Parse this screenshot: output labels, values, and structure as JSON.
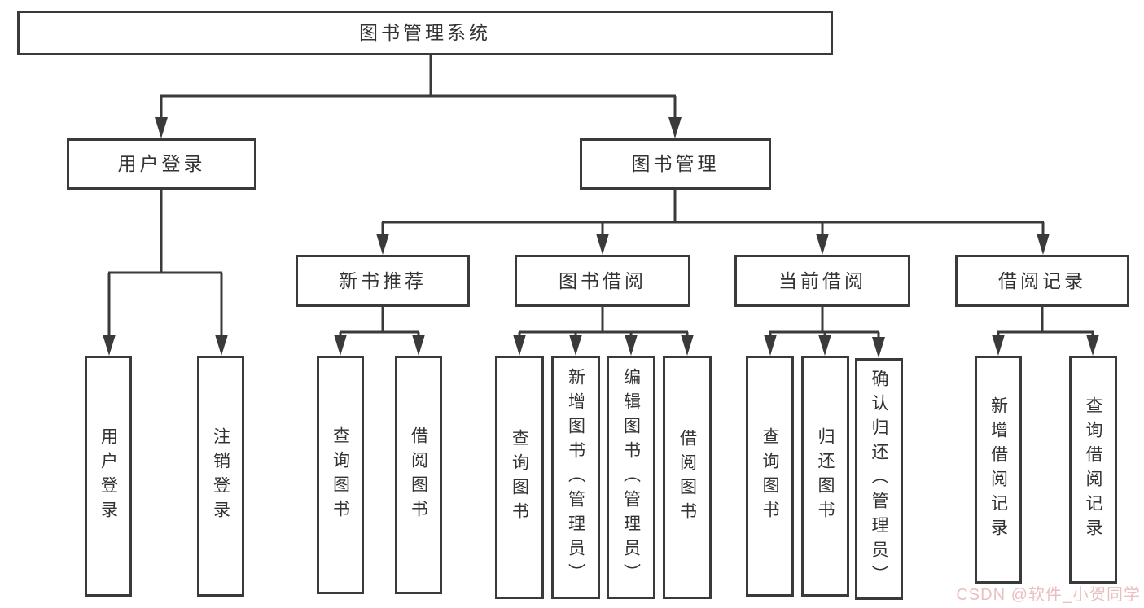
{
  "diagram": {
    "root": {
      "label": "图书管理系统"
    },
    "level2": [
      {
        "label": "用户登录",
        "children": [
          {
            "label": "用户登录"
          },
          {
            "label": "注销登录"
          }
        ]
      },
      {
        "label": "图书管理",
        "children": [
          {
            "label": "新书推荐",
            "children": [
              {
                "label": "查询图书"
              },
              {
                "label": "借阅图书"
              }
            ]
          },
          {
            "label": "图书借阅",
            "children": [
              {
                "label": "查询图书"
              },
              {
                "label": "新增图书（管理员）"
              },
              {
                "label": "编辑图书（管理员）"
              },
              {
                "label": "借阅图书"
              }
            ]
          },
          {
            "label": "当前借阅",
            "children": [
              {
                "label": "查询图书"
              },
              {
                "label": "归还图书"
              },
              {
                "label": "确认归还（管理员）"
              }
            ]
          },
          {
            "label": "借阅记录",
            "children": [
              {
                "label": "新增借阅记录"
              },
              {
                "label": "查询借阅记录"
              }
            ]
          }
        ]
      }
    ]
  },
  "watermark": {
    "text": "CSDN @软件_小贺同学"
  },
  "colors": {
    "line": "#3a3a3a",
    "text": "#333333",
    "background": "#ffffff",
    "watermark": "#e9c0c0"
  }
}
